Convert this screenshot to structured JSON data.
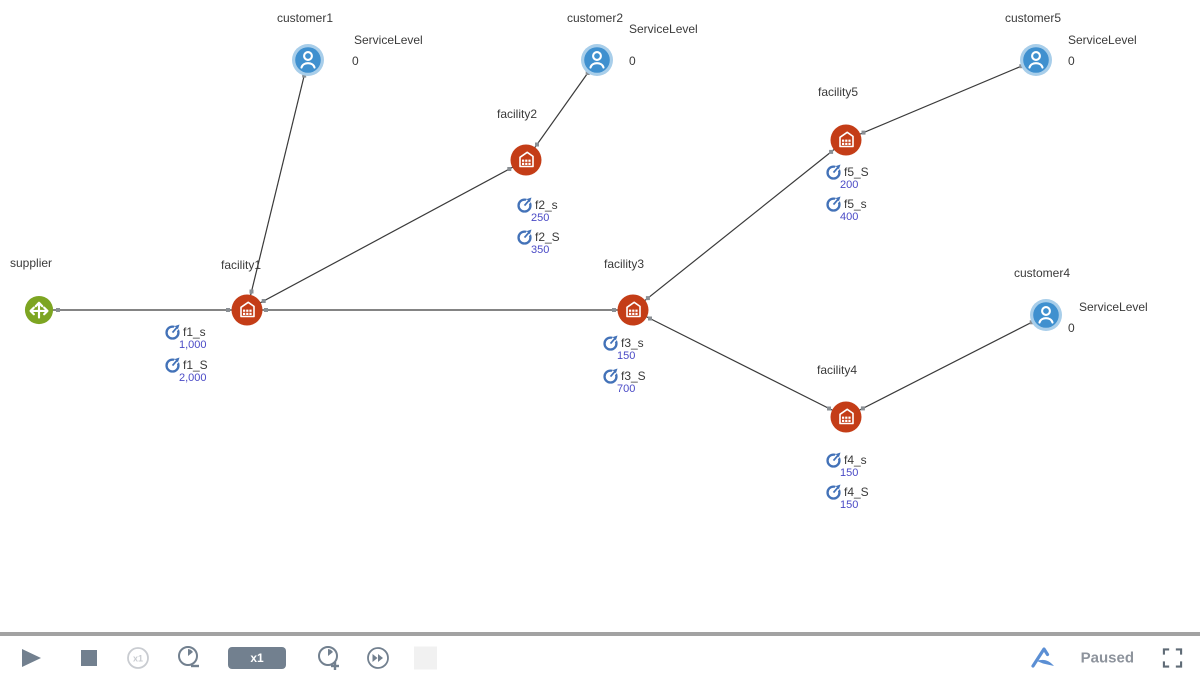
{
  "app": {
    "status": "Paused"
  },
  "network": {
    "nodes": [
      {
        "label": "supplier",
        "type": "supplier"
      },
      {
        "label": "facility1",
        "type": "facility"
      },
      {
        "label": "facility2",
        "type": "facility"
      },
      {
        "label": "facility3",
        "type": "facility"
      },
      {
        "label": "facility4",
        "type": "facility"
      },
      {
        "label": "facility5",
        "type": "facility"
      },
      {
        "label": "customer1",
        "type": "customer"
      },
      {
        "label": "customer2",
        "type": "customer"
      },
      {
        "label": "customer4",
        "type": "customer"
      },
      {
        "label": "customer5",
        "type": "customer"
      }
    ],
    "edges": [
      [
        "supplier",
        "facility1"
      ],
      [
        "facility1",
        "customer1"
      ],
      [
        "facility1",
        "facility2"
      ],
      [
        "facility1",
        "facility3"
      ],
      [
        "facility2",
        "customer2"
      ],
      [
        "facility3",
        "facility5"
      ],
      [
        "facility3",
        "facility4"
      ],
      [
        "facility5",
        "customer5"
      ],
      [
        "facility4",
        "customer4"
      ]
    ]
  },
  "gauges": [
    {
      "name": "f1_s",
      "value": "1,000"
    },
    {
      "name": "f1_S",
      "value": "2,000"
    },
    {
      "name": "f2_s",
      "value": "250"
    },
    {
      "name": "f2_S",
      "value": "350"
    },
    {
      "name": "f3_s",
      "value": "150"
    },
    {
      "name": "f3_S",
      "value": "700"
    },
    {
      "name": "f5_S",
      "value": "200"
    },
    {
      "name": "f5_s",
      "value": "400"
    },
    {
      "name": "f4_s",
      "value": "150"
    },
    {
      "name": "f4_S",
      "value": "150"
    }
  ],
  "service_levels": [
    {
      "label": "ServiceLevel",
      "value": "0"
    },
    {
      "label": "ServiceLevel",
      "value": "0"
    },
    {
      "label": "ServiceLevel",
      "value": "0"
    },
    {
      "label": "ServiceLevel",
      "value": "0"
    }
  ],
  "toolbar": {
    "speed_badge": "x1",
    "speed_reset": "x1",
    "status": "Paused"
  },
  "colors": {
    "supplier": "#7da522",
    "facility": "#c43d17",
    "customer": "#3f90cf",
    "customer_halo": "#a8ceea",
    "gauge_icon": "#4372b8",
    "gauge_value": "#4a4ac6",
    "edge": "#3a3a3a",
    "toolbar_icon": "#72808f",
    "toolbar_disabled": "#c9ccd1",
    "logo_blue": "#5b8fd4"
  }
}
